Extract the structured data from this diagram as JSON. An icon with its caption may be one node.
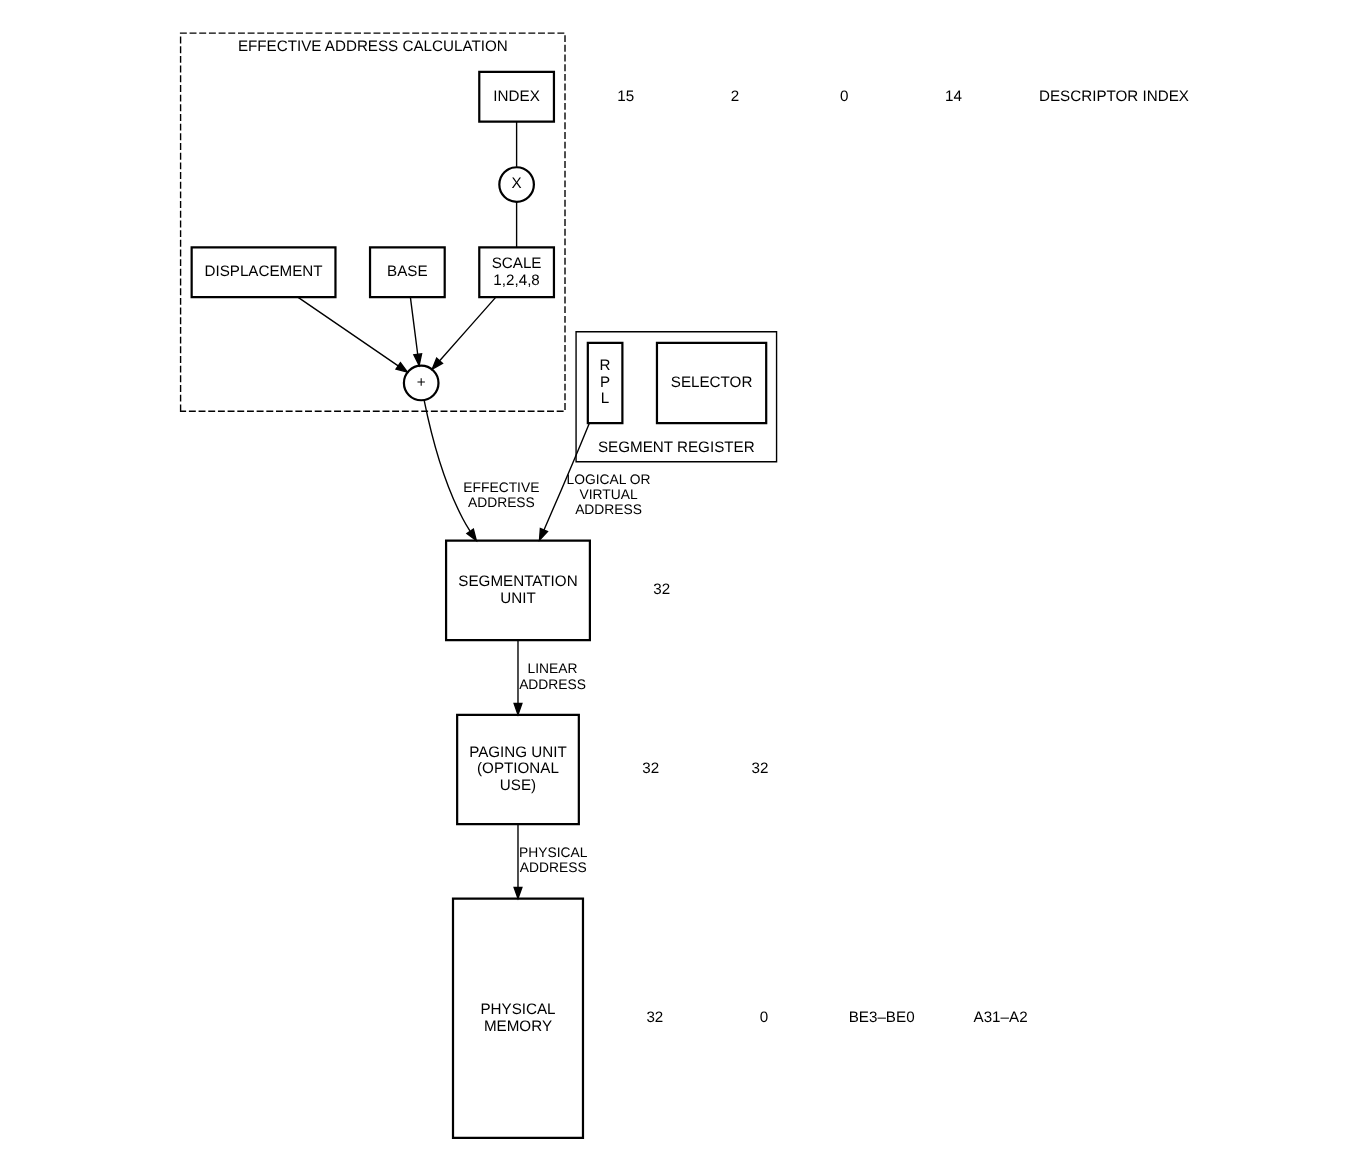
{
  "diagram": {
    "nodes": [
      {
        "text": [
          "EFFECTIVE ADDRESS CALCULATION"
        ]
      },
      {
        "text": [
          "INDEX"
        ],
        "in": 0
      },
      {
        "text": [
          "BASE"
        ],
        "in": 0
      },
      {
        "text": [
          "X"
        ],
        "in": 0
      },
      {
        "text": [
          "DISPLACEMENT"
        ],
        "in": 0
      },
      {
        "text": [
          "SCALE 1,2,4,8"
        ],
        "in": 0
      },
      {
        "text": [
          "+"
        ],
        "in": 0
      },
      {
        "text": [
          "SEGMENTATION UNIT"
        ]
      },
      {
        "text": [
          "SEGMENT REGISTER"
        ]
      },
      {
        "text": [
          "SELECTOR"
        ],
        "in": 8
      },
      {
        "text": [
          "RPL"
        ],
        "in": 8
      },
      {
        "text": [
          "PAGING UNIT (OPTIONAL USE)"
        ]
      },
      {
        "text": [
          "PHYSICAL MEMORY"
        ]
      }
    ],
    "edges": [
      {
        "from": 1,
        "to": 3,
        "arrow": "none"
      },
      {
        "from": 3,
        "to": 5,
        "arrow": "none"
      },
      {
        "from": 5,
        "to": 6,
        "arrow": "to"
      },
      {
        "from": 2,
        "to": 6,
        "arrow": "to"
      },
      {
        "from": 4,
        "to": 6,
        "arrow": "to"
      },
      {
        "from": 6,
        "to": 7,
        "arrow": "to",
        "label": "EFFECTIVE ADDRESS"
      },
      {
        "from": 10,
        "to": 7,
        "arrow": "to",
        "label": "LOGICAL OR VIRTUAL ADDRESS"
      },
      {
        "from": 7,
        "to": 11,
        "arrow": "to",
        "label": "LINEAR ADDRESS"
      },
      {
        "from": 11,
        "to": 12,
        "arrow": "to",
        "label": "PHYSICAL ADDRESS"
      }
    ],
    "labels": [
      "32",
      "15",
      "2",
      "0",
      "32",
      "0",
      "14",
      "DESCRIPTOR INDEX",
      "BE3–BE0",
      "A31–A2",
      "32",
      "32"
    ]
  }
}
